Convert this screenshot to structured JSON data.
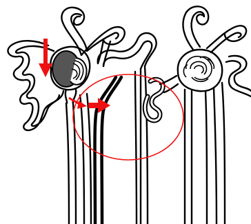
{
  "diagram": {
    "subject": "nephron-tubules-schematic",
    "colors": {
      "background": "#ffffff",
      "tubule_outline": "#000000",
      "glomerulus_fill": "#555555",
      "arrow": "#ee1111",
      "highlight_ellipse": "#ee1111"
    },
    "parts": [
      "left-nephron",
      "middle-nephron",
      "right-nephron",
      "left-glomerulus-dark",
      "right-glomerulus",
      "collecting-ducts",
      "red-arrows",
      "highlight-ellipse"
    ]
  }
}
